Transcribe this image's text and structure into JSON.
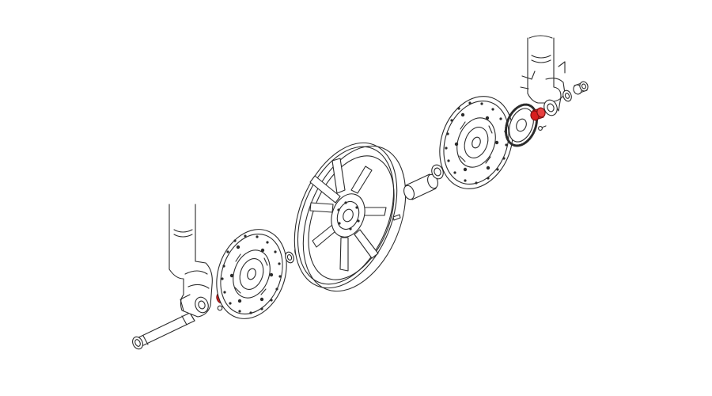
{
  "diagram": {
    "view": "exploded-isometric",
    "line_color": "#2b2b2b",
    "highlight_color": "#d81e1e",
    "components": [
      {
        "id": "wheel-axle",
        "icon": "axle-icon"
      },
      {
        "id": "fork-leg-left",
        "icon": "fork-leg-icon"
      },
      {
        "id": "axle-clamp-bolt-left",
        "icon": "bolt-icon"
      },
      {
        "id": "spacer-left-highlighted",
        "icon": "spacer-icon",
        "highlighted": true
      },
      {
        "id": "brake-disc-left",
        "icon": "brake-disc-icon"
      },
      {
        "id": "wheel-bearing-left",
        "icon": "bearing-icon"
      },
      {
        "id": "front-wheel-rim",
        "icon": "wheel-rim-icon"
      },
      {
        "id": "bearing-spacer-tube",
        "icon": "tube-icon"
      },
      {
        "id": "wheel-bearing-right",
        "icon": "bearing-icon"
      },
      {
        "id": "brake-disc-right",
        "icon": "brake-disc-icon"
      },
      {
        "id": "abs-tone-ring",
        "icon": "tone-ring-icon"
      },
      {
        "id": "spacer-right-highlighted",
        "icon": "spacer-icon",
        "highlighted": true
      },
      {
        "id": "fork-leg-right",
        "icon": "fork-leg-icon"
      },
      {
        "id": "axle-nut-washer",
        "icon": "washer-icon"
      },
      {
        "id": "axle-nut",
        "icon": "nut-icon"
      }
    ]
  }
}
